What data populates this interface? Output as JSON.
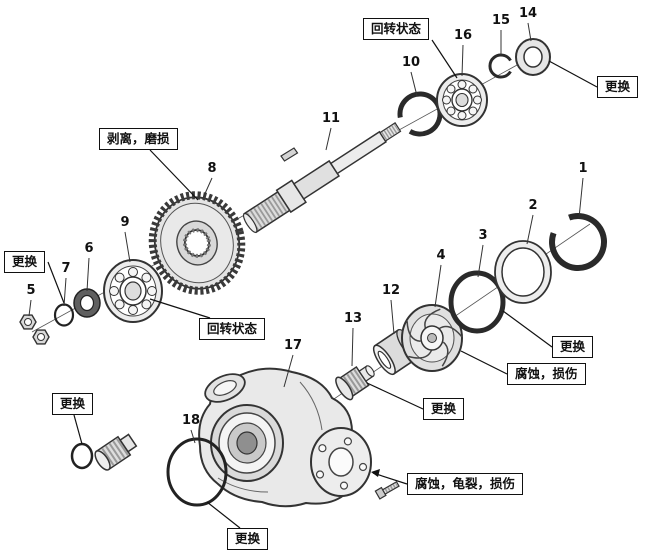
{
  "part_numbers": [
    "1",
    "2",
    "3",
    "4",
    "5",
    "6",
    "7",
    "8",
    "9",
    "10",
    "11",
    "12",
    "13",
    "14",
    "15",
    "16",
    "17",
    "18"
  ],
  "callouts": {
    "rotation_state_top": "回转状态",
    "replace_top_right": "更换",
    "peel_wear": "剥离，磨损",
    "replace_left": "更换",
    "rotation_state_mid": "回转状态",
    "replace_right": "更换",
    "corrosion_damage": "腐蚀，损伤",
    "replace_mid": "更换",
    "replace_bottom_left": "更换",
    "corrosion_crack_damage": "腐蚀，龟裂，损伤",
    "replace_bottom": "更换"
  },
  "colors": {
    "line": "#1a1a1a",
    "part_fill": "#e8e8e8",
    "background": "#ffffff"
  }
}
